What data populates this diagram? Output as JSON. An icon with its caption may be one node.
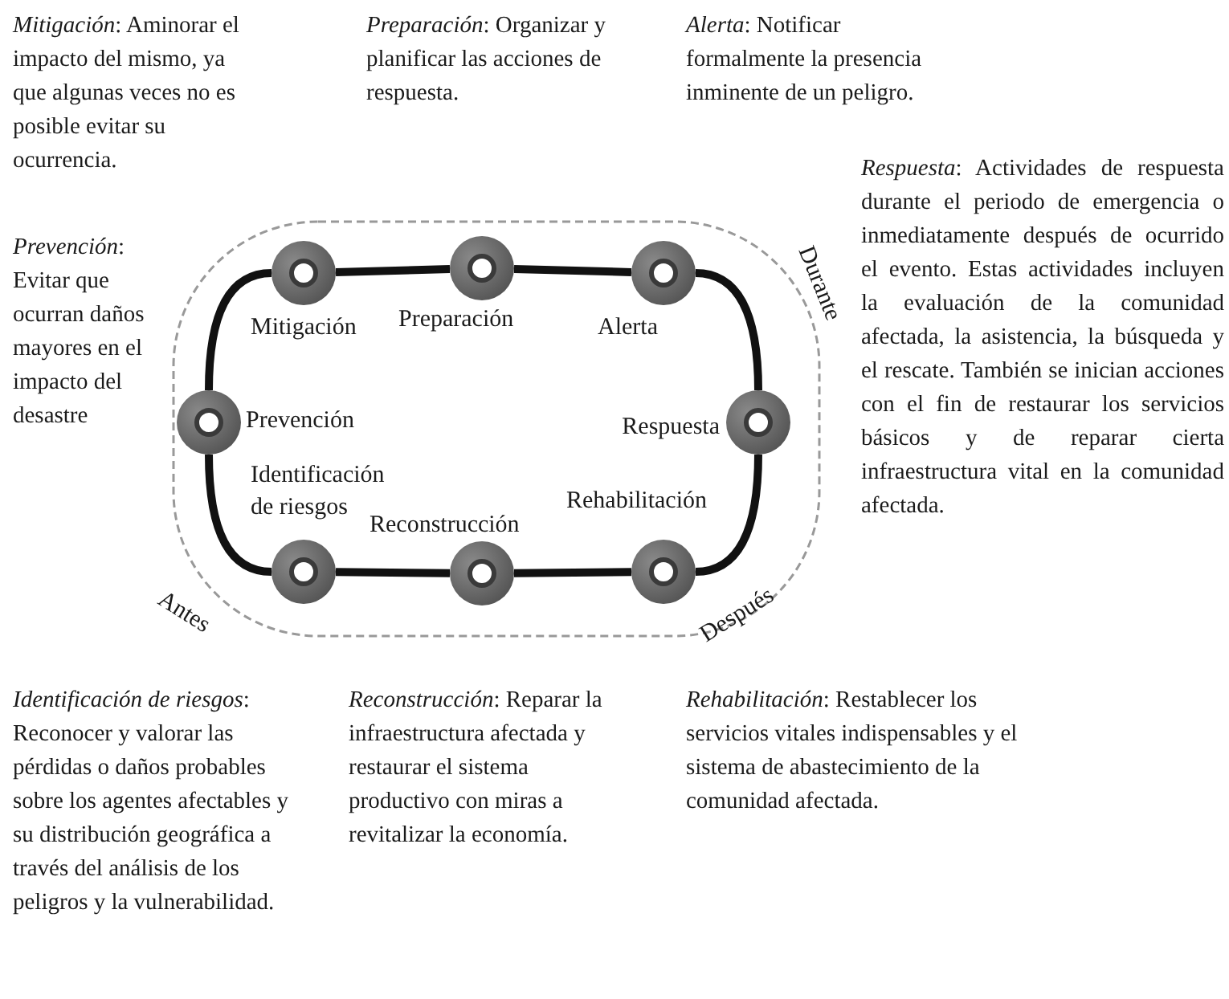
{
  "diagram": {
    "nodes": [
      {
        "text": [],
        "shape": "circle",
        "beside": [
          "Mitigación"
        ]
      },
      {
        "text": [],
        "shape": "circle",
        "beside": [
          "Preparación"
        ]
      },
      {
        "text": [],
        "shape": "circle",
        "beside": [
          "Alerta"
        ]
      },
      {
        "text": [],
        "shape": "circle",
        "beside": [
          "Prevención"
        ]
      },
      {
        "text": [],
        "shape": "circle",
        "beside": [
          "Respuesta"
        ]
      },
      {
        "text": [],
        "shape": "circle",
        "beside": [
          "Identificación de riesgos"
        ]
      },
      {
        "text": [],
        "shape": "circle",
        "beside": [
          "Reconstrucción"
        ]
      },
      {
        "text": [],
        "shape": "circle",
        "beside": [
          "Rehabilitación"
        ]
      }
    ],
    "edges": [
      {
        "from": 0,
        "to": 1,
        "arrow": "none"
      },
      {
        "from": 1,
        "to": 2,
        "arrow": "none"
      },
      {
        "from": 2,
        "to": 4,
        "arrow": "none"
      },
      {
        "from": 4,
        "to": 7,
        "arrow": "none"
      },
      {
        "from": 7,
        "to": 6,
        "arrow": "none"
      },
      {
        "from": 6,
        "to": 5,
        "arrow": "none"
      },
      {
        "from": 5,
        "to": 3,
        "arrow": "none"
      },
      {
        "from": 3,
        "to": 0,
        "arrow": "none"
      }
    ],
    "labels": [
      "*Mitigación*: Aminorar el impacto del mismo, ya que algunas veces no es posible evitar su ocurrencia.",
      "*Preparación*: Organizar y planificar las acciones de respuesta.",
      "*Alerta*: Notificar formalmente la presencia inminente de un peligro.",
      "*Respuesta*: Actividades de respuesta durante el periodo de emergencia o inmediatamente después de ocurrido el evento. Estas actividades incluyen la evaluación de la comunidad afectada, la asistencia, la búsqueda y el rescate. También se inician acciones con el fin de restaurar los servicios básicos y de reparar cierta infraestructura vital en la comunidad afectada.",
      "*Prevención*: Evitar que ocurran daños mayores en el impacto del desastre",
      "Durante",
      "Antes",
      "Después",
      "*Identificación de riesgos*: Reconocer y valorar las pérdidas o daños probables sobre los agentes afectables y su distribución geográfica a través del análisis de los peligros y la vulnerabilidad.",
      "*Reconstrucción*: Reparar la infraestructura afectada y restaurar el sistema productivo con miras a revitalizar la economía.",
      "*Rehabilitación*: Restablecer los servicios vitales indispensables y el sistema de abastecimiento de la comunidad afectada."
    ]
  }
}
